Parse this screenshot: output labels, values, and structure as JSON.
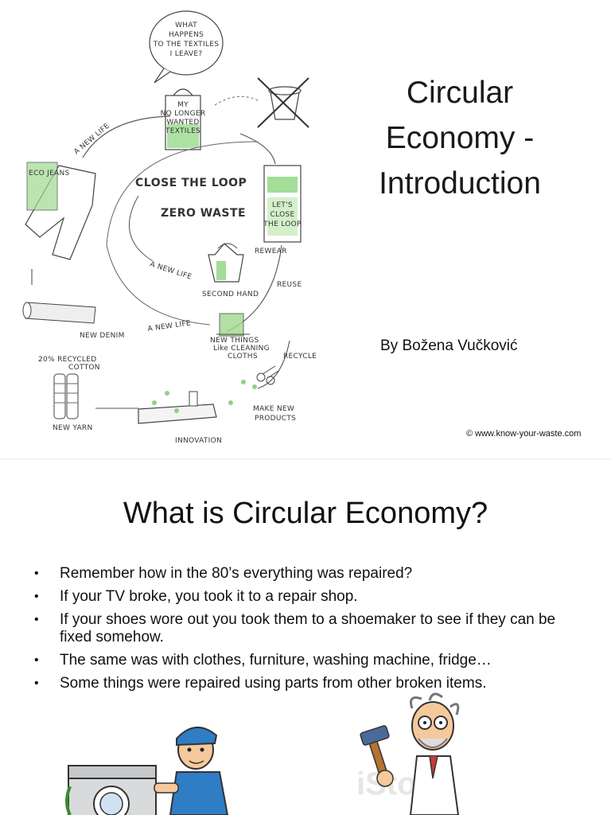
{
  "slide1": {
    "title_lines": [
      "Circular",
      "Economy -",
      "Introduction"
    ],
    "author": "By Božena Vučković",
    "credit": "© www.know-your-waste.com",
    "illustration": {
      "speech_bubble": [
        "WHAT",
        "HAPPENS",
        "TO THE TEXTILES",
        "I LEAVE?"
      ],
      "bag_label": [
        "MY",
        "NO LONGER",
        "WANTED",
        "TEXTILES"
      ],
      "bin_label": [
        "LET'S",
        "CLOSE",
        "THE LOOP"
      ],
      "center_top": "CLOSE THE LOOP",
      "center_bottom": "ZERO WASTE",
      "new_life": "A NEW LIFE",
      "rewear": "REWEAR",
      "reuse": "REUSE",
      "recycle": "RECYCLE",
      "second_hand": "SECOND HAND",
      "new_things": [
        "NEW THINGS",
        "Like CLEANING",
        "CLOTHS"
      ],
      "make_new_products": [
        "MAKE NEW",
        "PRODUCTS"
      ],
      "innovation": "INNOVATION",
      "new_yarn": "NEW YARN",
      "recycled_cotton": [
        "20% RECYCLED",
        "COTTON"
      ],
      "new_denim": "NEW DENIM",
      "jeans_tag": "ECO JEANS"
    }
  },
  "slide2": {
    "title": "What is Circular Economy?",
    "bullet_glyph": "•",
    "bullets": [
      "Remember how in the 80’s everything was repaired?",
      "If your TV broke, you took it to a repair shop.",
      "If your shoes wore out you took them to a shoemaker to see if they can be fixed somehow.",
      "The same was with clothes, furniture, washing machine, fridge…",
      "Some things were repaired using parts from other broken items."
    ],
    "watermark": "iStock"
  }
}
